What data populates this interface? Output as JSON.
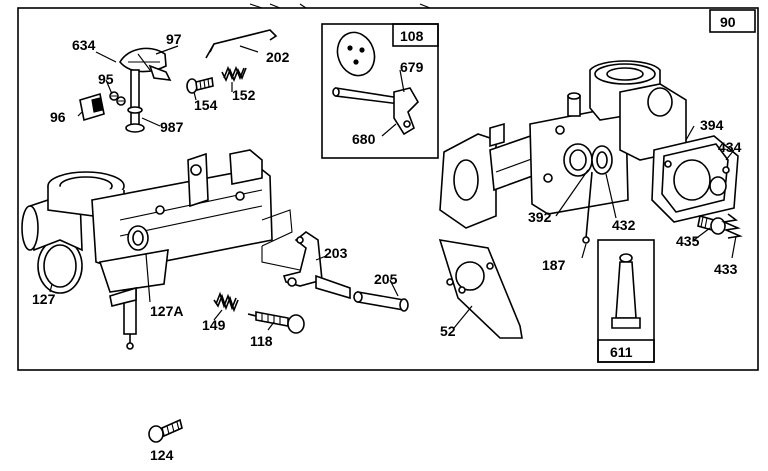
{
  "diagram": {
    "labels": {
      "p90": "90",
      "p108": "108",
      "p611": "611",
      "p634": "634",
      "p97": "97",
      "p202": "202",
      "p95": "95",
      "p154": "154",
      "p152": "152",
      "p96": "96",
      "p987": "987",
      "p679": "679",
      "p680": "680",
      "p394": "394",
      "p434": "434",
      "p392": "392",
      "p432": "432",
      "p435": "435",
      "p433": "433",
      "p187": "187",
      "p203": "203",
      "p205": "205",
      "p127": "127",
      "p127A": "127A",
      "p149": "149",
      "p118": "118",
      "p52": "52",
      "p124": "124"
    }
  }
}
